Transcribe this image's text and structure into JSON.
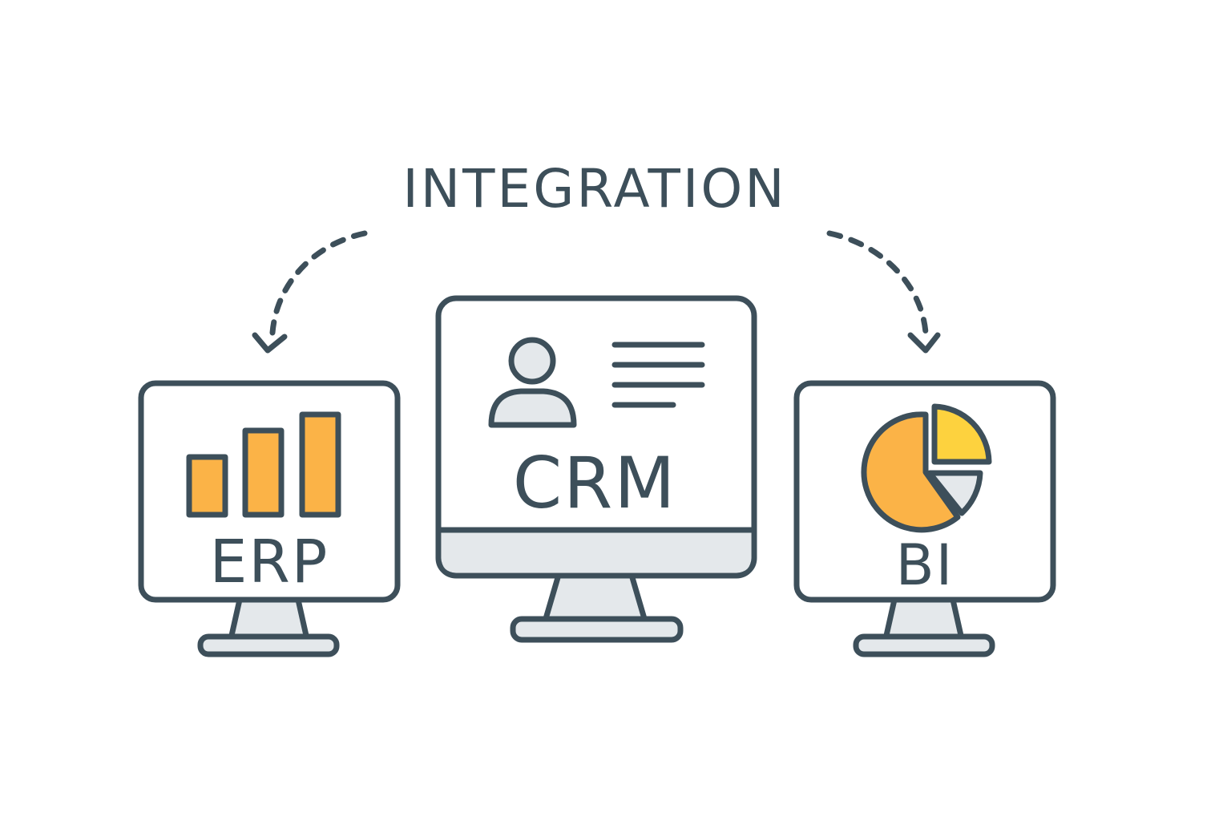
{
  "title": "INTEGRATION",
  "systems": {
    "erp": {
      "label": "ERP",
      "icon": "bar-chart-icon"
    },
    "crm": {
      "label": "CRM",
      "icon": "user-profile-icon"
    },
    "bi": {
      "label": "BI",
      "icon": "pie-chart-icon"
    }
  },
  "colors": {
    "outline": "#3d4f5a",
    "accent_orange": "#fbb347",
    "accent_yellow": "#fdd23e",
    "light_gray": "#e4e8eb",
    "background": "#ffffff"
  }
}
